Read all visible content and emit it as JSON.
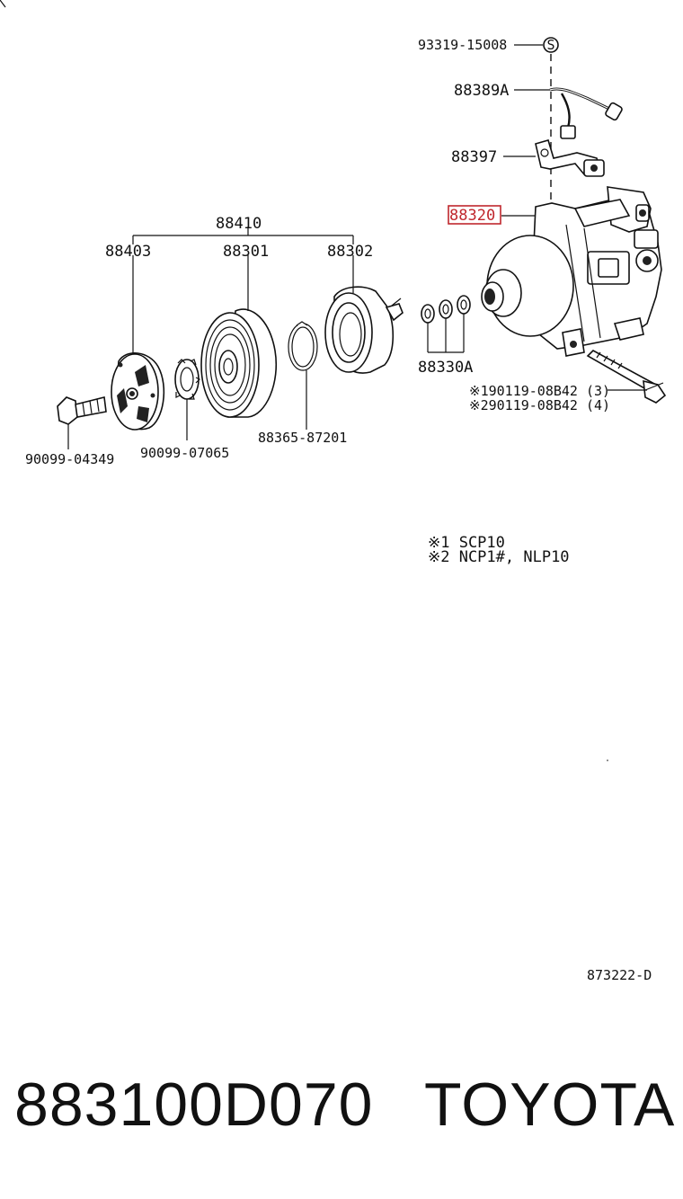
{
  "diagram": {
    "labels": {
      "p93319": "93319-15008",
      "pS": "S",
      "p88389A": "88389A",
      "p88397": "88397",
      "p88320": "88320",
      "p88410": "88410",
      "p88403": "88403",
      "p88301": "88301",
      "p88302": "88302",
      "p88330A": "88330A",
      "p88365": "88365-87201",
      "p90099a": "90099-04349",
      "p90099b": "90099-07065",
      "bolt1": "※190119-08B42 (3)",
      "bolt2": "※290119-08B42 (4)",
      "note1": "※1  SCP10",
      "note2": "※2  NCP1#, NLP10",
      "figcode": "873222-D"
    },
    "highlight_color": "#c0272d"
  },
  "footer": {
    "part_number": "883100D070",
    "brand": "TOYOTA"
  }
}
